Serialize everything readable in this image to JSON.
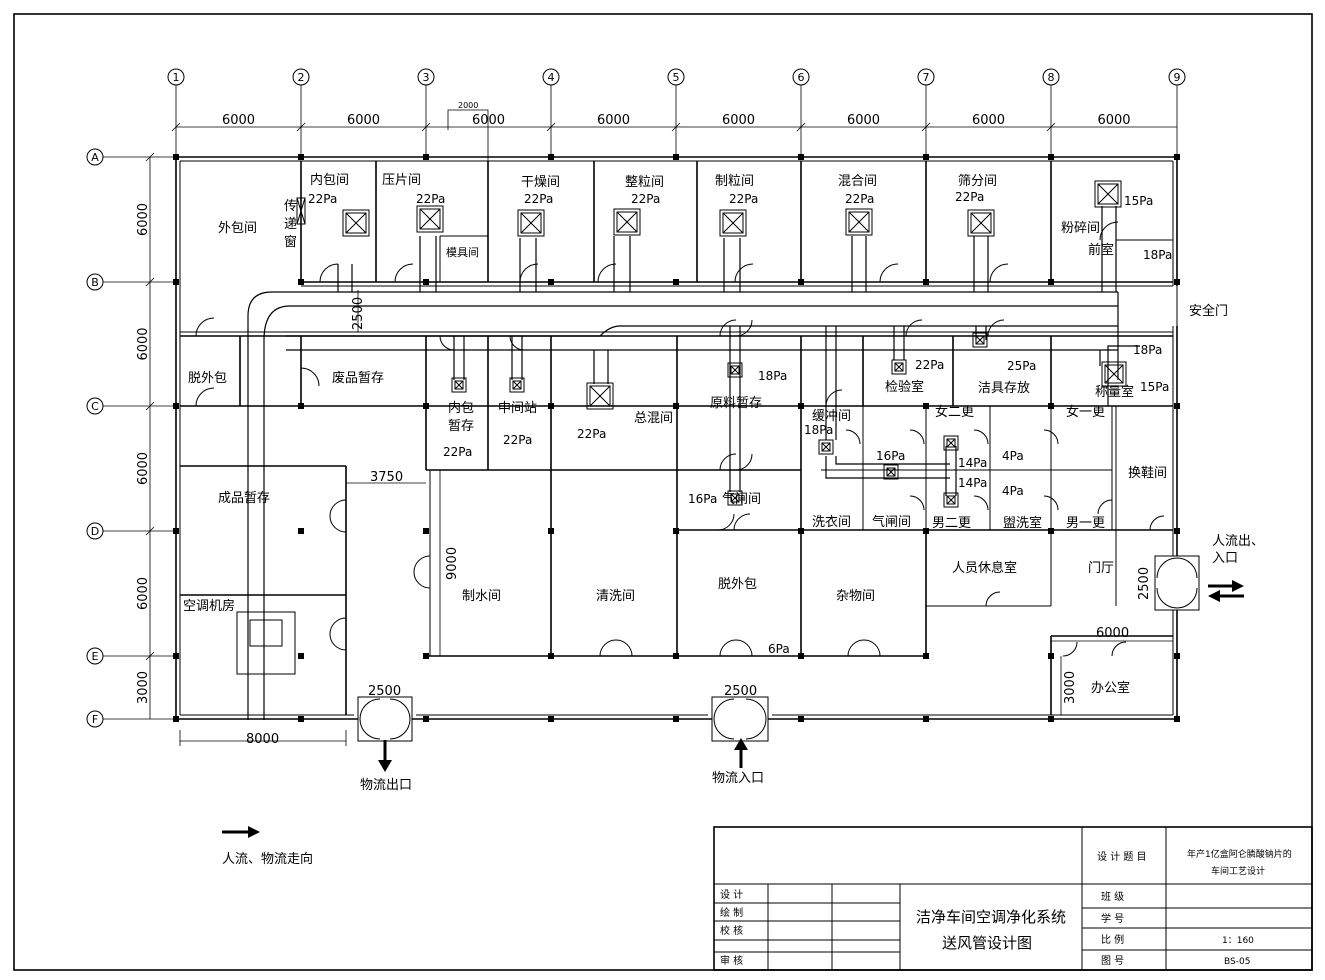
{
  "grid": {
    "cols": [
      "1",
      "2",
      "3",
      "4",
      "5",
      "6",
      "7",
      "8",
      "9"
    ],
    "rows": [
      "A",
      "B",
      "C",
      "D",
      "E",
      "F"
    ],
    "top_dims": [
      "6000",
      "6000",
      "6000",
      "6000",
      "6000",
      "6000",
      "6000",
      "6000"
    ],
    "top_extra_dim": "2000",
    "left_dims": [
      "6000",
      "6000",
      "6000",
      "6000",
      "3000"
    ],
    "bottom_dim": "8000"
  },
  "rooms": {
    "outer_pack": "外包间",
    "inner_pack": "内包间",
    "tablet_press": "压片间",
    "drying": "干燥间",
    "granule_finish": "整粒间",
    "granulation": "制粒间",
    "mixing": "混合间",
    "sieving": "筛分间",
    "crushing": "粉碎间",
    "front_room": "前室",
    "mold_room": "模具间",
    "pass_window": "传递窗",
    "unpack_c": "脱外包",
    "waste_store": "废品暂存",
    "inner_pack_store": "内包暂存",
    "middle_station": "中间站",
    "total_mix": "总混间",
    "raw_material_store": "原料暂存",
    "inspection": "检验室",
    "cleaning_tool": "洁具存放",
    "weighing": "称量室",
    "safety_door": "安全门",
    "buffer": "缓冲间",
    "female_2": "女二更",
    "female_1": "女一更",
    "shoe_change": "换鞋间",
    "airlock_d": "气闸间",
    "laundry": "洗衣间",
    "airlock": "气闸间",
    "male_2": "男二更",
    "washroom": "盥洗室",
    "male_1": "男一更",
    "finished_store": "成品暂存",
    "water_room": "制水间",
    "wash_room": "清洗间",
    "unpack_e": "脱外包",
    "misc_room": "杂物间",
    "staff_lounge": "人员休息室",
    "hall": "门厅",
    "ac_room": "空调机房",
    "office": "办公室"
  },
  "pressures": {
    "p_inner_pack": "22Pa",
    "p_press": "22Pa",
    "p_drying": "22Pa",
    "p_granule": "22Pa",
    "p_granulation": "22Pa",
    "p_mixing": "22Pa",
    "p_sieving": "22Pa",
    "p_crush": "15Pa",
    "p_front": "18Pa",
    "p_inner_store": "22Pa",
    "p_middle": "22Pa",
    "p_total_mix": "22Pa",
    "p_raw": "18Pa",
    "p_inspection": "22Pa",
    "p_cleaning": "25Pa",
    "p_weigh_front": "18Pa",
    "p_weigh": "15Pa",
    "p_buffer": "18Pa",
    "p_airlock_16": "16Pa",
    "p_f2": "14Pa",
    "p_f1": "4Pa",
    "p_m2": "14Pa",
    "p_wash": "4Pa",
    "p_airlock_d": "16Pa",
    "p_unpack_e": "6Pa"
  },
  "dims": {
    "corridor_2500": "2500",
    "d_3750": "3750",
    "d_9000": "9000",
    "door_left_2500": "2500",
    "door_mid_2500": "2500",
    "door_right_2500": "2500",
    "office_6000": "6000",
    "office_3000": "3000"
  },
  "flows": {
    "material_out": "物流出口",
    "material_in": "物流入口",
    "people_inout": "人流出、入口",
    "legend": "人流、物流走向"
  },
  "title_block": {
    "design_label": "设 计",
    "draw_label": "绘 制",
    "check_label": "校 核",
    "review_label": "审 核",
    "drawing_title_1": "洁净车间空调净化系统",
    "drawing_title_2": "送风管设计图",
    "topic_label": "设 计 题 目",
    "topic_value_1": "年产1亿盒阿仑膦酸钠片的",
    "topic_value_2": "车间工艺设计",
    "class_label": "班 级",
    "student_label": "学 号",
    "scale_label": "比 例",
    "scale_value": "1：160",
    "drawing_no_label": "图 号",
    "drawing_no_value": "BS-05"
  }
}
